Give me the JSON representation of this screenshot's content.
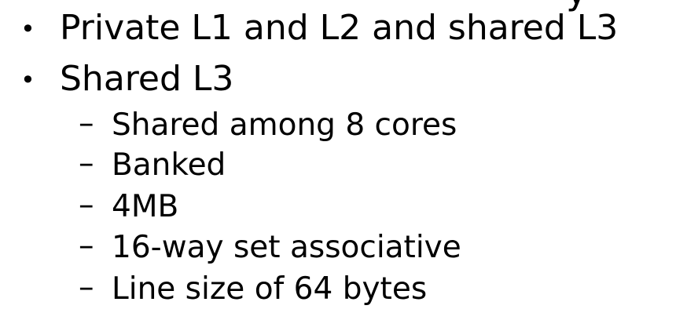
{
  "slide": {
    "cutoff_fragment": "y",
    "bullets": [
      {
        "marker": "•",
        "text": "Private L1 and L2 and shared L3"
      },
      {
        "marker": "•",
        "text": "Shared L3",
        "subitems": [
          {
            "marker": "–",
            "text": "Shared among 8 cores"
          },
          {
            "marker": "–",
            "text": "Banked"
          },
          {
            "marker": "–",
            "text": "4MB"
          },
          {
            "marker": "–",
            "text": "16-way set associative"
          },
          {
            "marker": "–",
            "text": "Line size of 64 bytes"
          }
        ]
      }
    ]
  }
}
